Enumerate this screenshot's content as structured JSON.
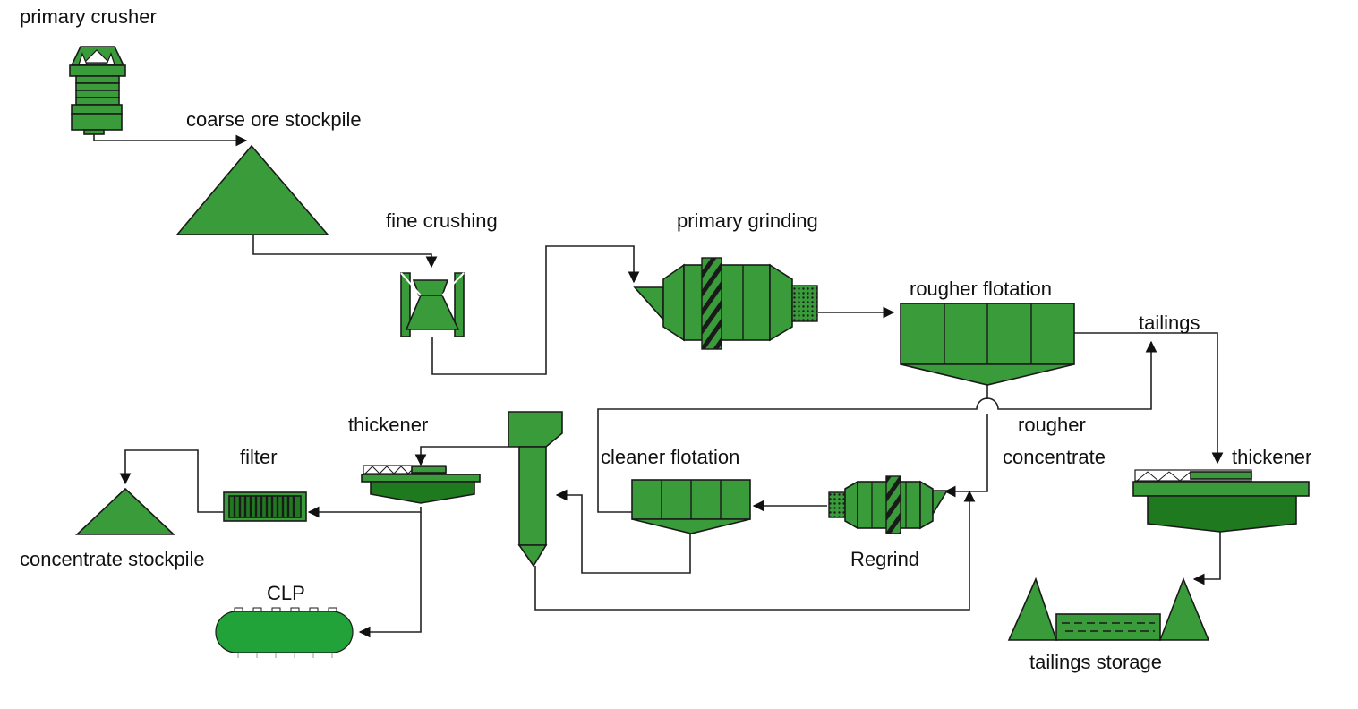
{
  "labels": {
    "primary_crusher": "primary crusher",
    "coarse_ore_stockpile": "coarse ore stockpile",
    "fine_crushing": "fine crushing",
    "primary_grinding": "primary grinding",
    "rougher_flotation": "rougher flotation",
    "tailings": "tailings",
    "rougher_concentrate_1": "rougher",
    "rougher_concentrate_2": "concentrate",
    "thickener_right": "thickener",
    "tailings_storage": "tailings storage",
    "regrind": "Regrind",
    "cleaner_flotation": "cleaner flotation",
    "thickener_left": "thickener",
    "filter": "filter",
    "concentrate_stockpile": "concentrate stockpile",
    "clp": "CLP"
  },
  "colors": {
    "equipment_fill": "#3a9b3a",
    "equipment_dark": "#1f7a1f",
    "outline": "#1a1a1a",
    "flow_line": "#222222"
  }
}
